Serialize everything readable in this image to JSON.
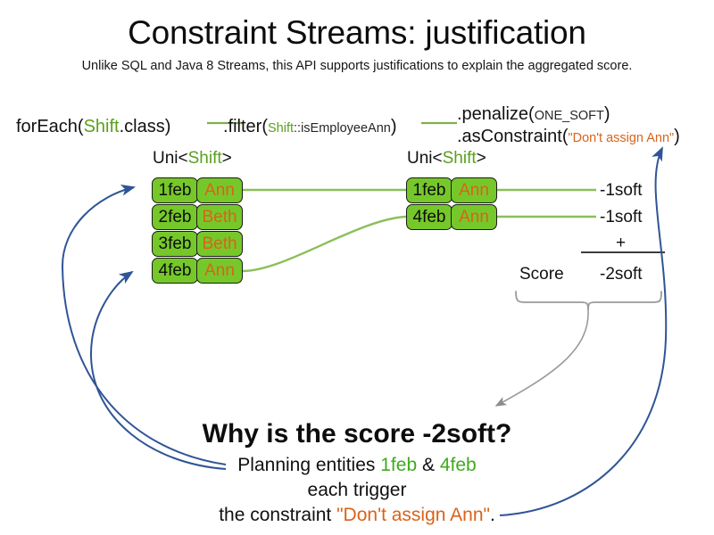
{
  "slide": {
    "title": "Constraint Streams: justification",
    "subtitle": "Unlike SQL and Java 8 Streams, this API supports justifications to explain the aggregated score."
  },
  "code_pipeline": {
    "foreach": {
      "method": "forEach(",
      "type": "Shift",
      "tail": ".class)"
    },
    "filter": {
      "method": ".filter(",
      "arg_type": "Shift",
      "arg_rest": "::isEmployeeAnn",
      "tail": ")"
    },
    "penalize": {
      "method": ".penalize(",
      "arg": "ONE_SOFT",
      "tail": ")"
    },
    "as_constraint": {
      "method": ".asConstraint(",
      "arg": "\"Don't assign Ann\"",
      "tail": ")"
    }
  },
  "streams": {
    "left": {
      "type_label_prefix": "Uni<",
      "type_label_generic": "Shift",
      "type_label_suffix": ">",
      "rows": [
        {
          "date": "1feb",
          "employee": "Ann"
        },
        {
          "date": "2feb",
          "employee": "Beth"
        },
        {
          "date": "3feb",
          "employee": "Beth"
        },
        {
          "date": "4feb",
          "employee": "Ann"
        }
      ]
    },
    "right": {
      "type_label_prefix": "Uni<",
      "type_label_generic": "Shift",
      "type_label_suffix": ">",
      "rows": [
        {
          "date": "1feb",
          "employee": "Ann",
          "penalty": "-1soft"
        },
        {
          "date": "4feb",
          "employee": "Ann",
          "penalty": "-1soft"
        }
      ]
    }
  },
  "score_summary": {
    "plus": "+",
    "label": "Score",
    "total": "-2soft"
  },
  "explanation": {
    "heading": "Why is the score -2soft?",
    "line1_prefix": "Planning entities ",
    "line1_entity_a": "1feb",
    "line1_amp": " & ",
    "line1_entity_b": "4feb",
    "line2": "each trigger",
    "line3_prefix": "the constraint ",
    "line3_constraint": "\"Don't assign Ann\"",
    "line3_suffix": "."
  },
  "colors": {
    "fact_green": "#76c82a",
    "type_green": "#5aa01e",
    "string_orange": "#d9631a",
    "link_green": "#8cbf5a",
    "justification_blue": "#2f5596",
    "brace_gray": "#9a9a9a"
  }
}
